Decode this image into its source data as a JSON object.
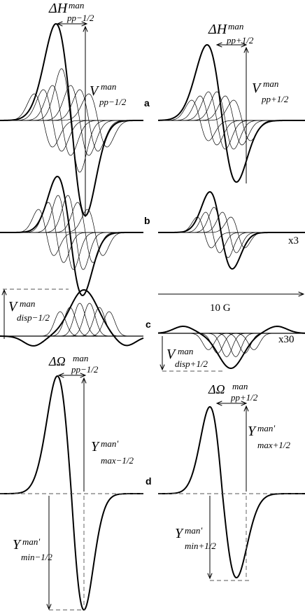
{
  "panels": {
    "a": {
      "letter": "a"
    },
    "b": {
      "letter": "b",
      "scale": "x3"
    },
    "c": {
      "letter": "c",
      "scale": "x30",
      "scalebar": "10 G"
    },
    "d": {
      "letter": "d"
    }
  },
  "labels": {
    "dH_left": {
      "sym": "ΔH",
      "sup": "man",
      "sub": "pp−1/2"
    },
    "dH_right": {
      "sym": "ΔH",
      "sup": "man",
      "sub": "pp+1/2"
    },
    "V_left": {
      "sym": "V",
      "sup": "man",
      "sub": "pp−1/2"
    },
    "V_right": {
      "sym": "V",
      "sup": "man",
      "sub": "pp+1/2"
    },
    "Vd_left": {
      "sym": "V",
      "sup": "man",
      "sub": "disp−1/2"
    },
    "Vd_right": {
      "sym": "V",
      "sup": "man",
      "sub": "disp+1/2"
    },
    "dO_left": {
      "sym": "ΔΩ",
      "sup": "man",
      "sub": "pp−1/2"
    },
    "dO_right": {
      "sym": "ΔΩ",
      "sup": "man",
      "sub": "pp+1/2"
    },
    "Ymax_left": {
      "sym": "Y",
      "sup": "man'",
      "sub": "max−1/2"
    },
    "Ymax_right": {
      "sym": "Y",
      "sup": "man'",
      "sub": "max+1/2"
    },
    "Ymin_left": {
      "sym": "Y",
      "sup": "man'",
      "sub": "min−1/2"
    },
    "Ymin_right": {
      "sym": "Y",
      "sup": "man'",
      "sub": "min+1/2"
    }
  }
}
